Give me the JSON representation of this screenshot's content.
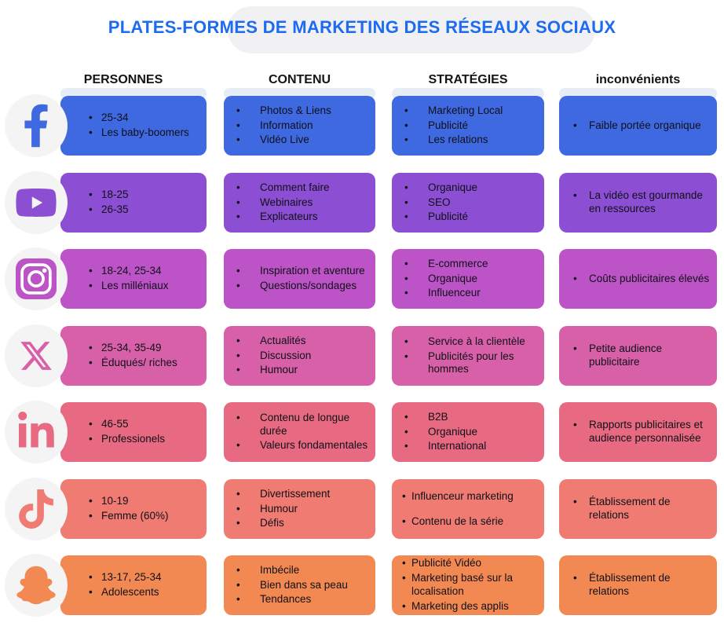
{
  "title": "PLATES-FORMES DE MARKETING DES RÉSEAUX SOCIAUX",
  "title_color": "#1d6bf0",
  "badge_bg": "#f5f4f4",
  "columns": {
    "people": "PERSONNES",
    "content": "CONTENU",
    "strategies": "STRATÉGIES",
    "drawbacks": "inconvénients"
  },
  "rows": [
    {
      "platform": "Facebook",
      "icon": "facebook-icon",
      "color": "#3E69E1",
      "people": [
        "25-34",
        "Les baby-boomers"
      ],
      "content": [
        "Photos & Liens",
        "Information",
        "Vidéo Live"
      ],
      "strategies": [
        "Marketing Local",
        "Publicité",
        "Les relations"
      ],
      "drawbacks": [
        "Faible portée organique"
      ]
    },
    {
      "platform": "YouTube",
      "icon": "youtube-icon",
      "color": "#8C4ED2",
      "people": [
        "18-25",
        "26-35"
      ],
      "content": [
        "Comment faire",
        "Webinaires",
        "Explicateurs"
      ],
      "strategies": [
        "Organique",
        "SEO",
        "Publicité"
      ],
      "drawbacks": [
        "La vidéo est gourmande en ressources"
      ]
    },
    {
      "platform": "Instagram",
      "icon": "instagram-icon",
      "color": "#BC53C6",
      "people": [
        "18-24, 25-34",
        "Les milléniaux"
      ],
      "content": [
        "Inspiration et aventure",
        "Questions/sondages"
      ],
      "strategies": [
        "E-commerce",
        "Organique",
        "Influenceur"
      ],
      "drawbacks": [
        "Coûts publicitaires élevés"
      ]
    },
    {
      "platform": "X",
      "icon": "x-twitter-icon",
      "color": "#D760A8",
      "people": [
        "25-34, 35-49",
        "Éduqués/ riches"
      ],
      "content": [
        "Actualités",
        "Discussion",
        "Humour"
      ],
      "strategies": [
        "Service à la clientèle",
        "Publicités pour les hommes"
      ],
      "drawbacks": [
        "Petite audience publicitaire"
      ]
    },
    {
      "platform": "LinkedIn",
      "icon": "linkedin-icon",
      "color": "#E76A82",
      "people": [
        "46-55",
        "Professionels"
      ],
      "content": [
        "Contenu de longue durée",
        "Valeurs fondamentales"
      ],
      "strategies": [
        "B2B",
        "Organique",
        "International"
      ],
      "drawbacks": [
        "Rapports publicitaires et audience personnalisée"
      ]
    },
    {
      "platform": "TikTok",
      "icon": "tiktok-icon",
      "color": "#EF7B72",
      "people": [
        "10-19",
        "Femme (60%)"
      ],
      "content": [
        "Divertissement",
        "Humour",
        "Défis"
      ],
      "strategies": [
        "Influenceur marketing",
        "Contenu de la série"
      ],
      "drawbacks": [
        "Établissement de relations"
      ]
    },
    {
      "platform": "Snapchat",
      "icon": "snapchat-icon",
      "color": "#F38952",
      "people": [
        "13-17, 25-34",
        "Adolescents"
      ],
      "content": [
        "Imbécile",
        "Bien dans sa peau",
        "Tendances"
      ],
      "strategies": [
        "Publicité Vidéo",
        "Marketing basé sur la localisation",
        "Marketing des applis"
      ],
      "drawbacks": [
        "Établissement de relations"
      ]
    }
  ]
}
